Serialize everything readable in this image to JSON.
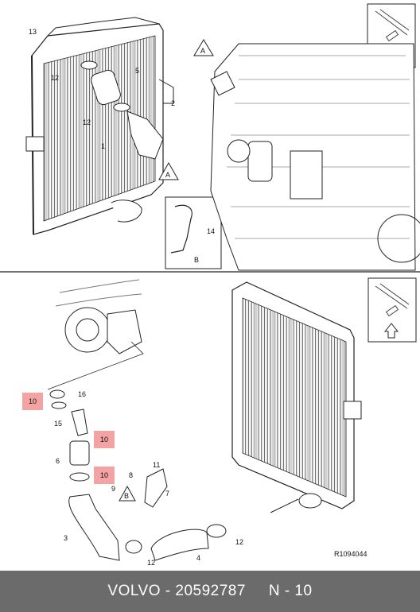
{
  "callouts": {
    "c13": "13",
    "c5": "5",
    "c12a": "12",
    "c12b": "12",
    "c2": "2",
    "c1": "1",
    "c14": "14",
    "c16": "16",
    "c10a": "10",
    "c10b": "10",
    "c10c": "10",
    "c15": "15",
    "c6": "6",
    "c11": "11",
    "c8": "8",
    "c9": "9",
    "c7": "7",
    "c3": "3",
    "c4": "4",
    "c12c": "12",
    "c12d": "12"
  },
  "markers": {
    "view_a": "A",
    "view_b": "B"
  },
  "ref_code": "R1094044",
  "footer": {
    "brand": "VOLVO",
    "part_number": "20592787",
    "page": "N - 10"
  },
  "colors": {
    "highlight": "#f3a3a3",
    "footer_bg": "#6b6b6b",
    "line": "#222222"
  }
}
